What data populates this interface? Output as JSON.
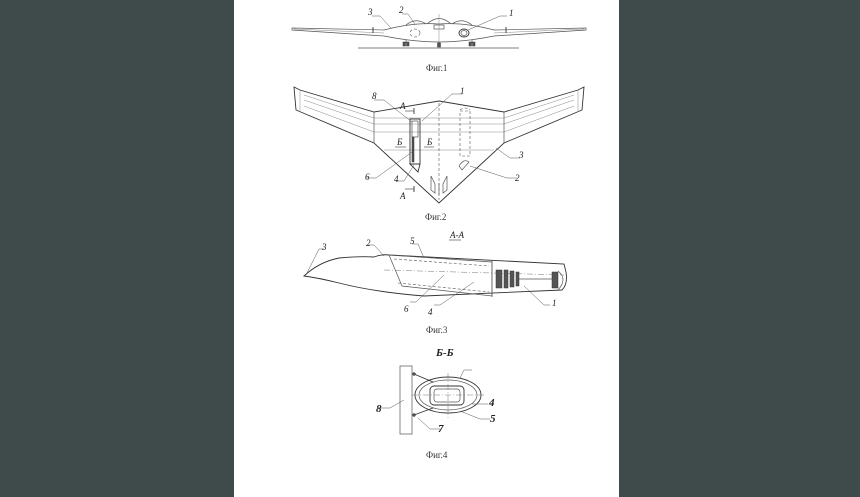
{
  "document": {
    "type": "patent-drawing-sheet",
    "figures": [
      {
        "id": "fig1",
        "caption": "Фиг.1",
        "view": "front view",
        "labels": [
          "1",
          "2",
          "3"
        ]
      },
      {
        "id": "fig2",
        "caption": "Фиг.2",
        "view": "plan view",
        "labels": [
          "1",
          "2",
          "3",
          "4",
          "6",
          "8"
        ],
        "section_marks": [
          "А",
          "А",
          "Б",
          "Б"
        ]
      },
      {
        "id": "fig3",
        "caption": "Фиг.3",
        "section_title": "А-А",
        "labels": [
          "1",
          "2",
          "3",
          "4",
          "5",
          "6"
        ]
      },
      {
        "id": "fig4",
        "caption": "Фиг.4",
        "section_title": "Б-Б",
        "labels": [
          "4",
          "5",
          "7",
          "8"
        ]
      }
    ]
  },
  "colors": {
    "background": "#3f4a4b",
    "page": "#ffffff",
    "ink": "#333333"
  }
}
